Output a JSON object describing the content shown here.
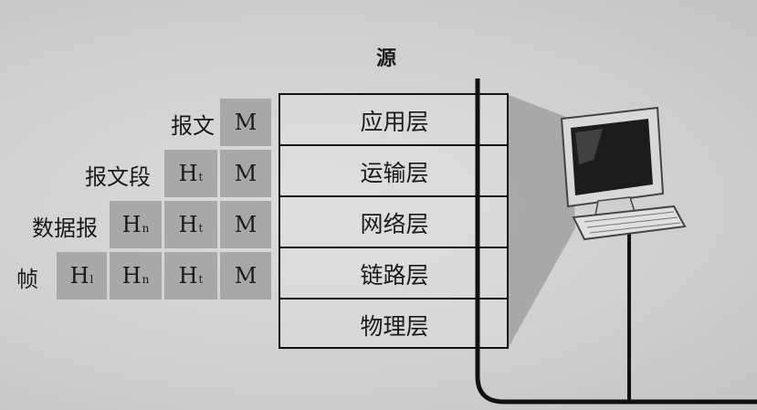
{
  "source_label": "源",
  "rows": [
    {
      "label": "报文",
      "cells": [
        {
          "text": "M",
          "sub": ""
        }
      ]
    },
    {
      "label": "报文段",
      "cells": [
        {
          "text": "H",
          "sub": "t"
        },
        {
          "text": "M",
          "sub": ""
        }
      ]
    },
    {
      "label": "数据报",
      "cells": [
        {
          "text": "H",
          "sub": "n"
        },
        {
          "text": "H",
          "sub": "t"
        },
        {
          "text": "M",
          "sub": ""
        }
      ]
    },
    {
      "label": "帧",
      "cells": [
        {
          "text": "H",
          "sub": "l"
        },
        {
          "text": "H",
          "sub": "n"
        },
        {
          "text": "H",
          "sub": "t"
        },
        {
          "text": "M",
          "sub": ""
        }
      ]
    }
  ],
  "layers": [
    "应用层",
    "运输层",
    "网络层",
    "链路层",
    "物理层"
  ]
}
